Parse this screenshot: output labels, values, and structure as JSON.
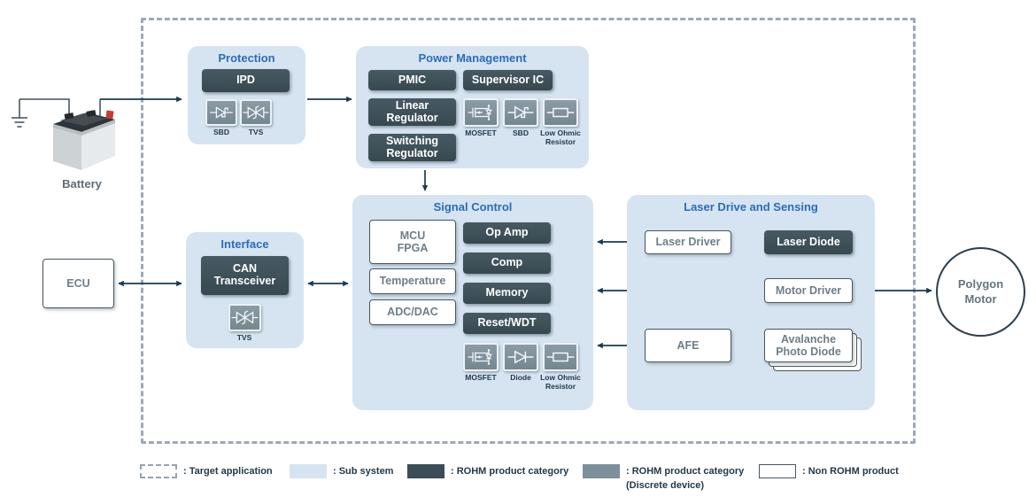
{
  "colors": {
    "subsystem_fill": "#d6e4f2",
    "rohm_product_dark": "#3b4e58",
    "rohm_discrete_gray": "#7d8f9b",
    "title_blue": "#2d6cb5",
    "arrow_navy": "#1c3a50",
    "dashed_border_gray": "#a0a8b8"
  },
  "icons": {
    "mosfet": "mosfet-icon",
    "sbd": "sbd-diode-icon",
    "tvs": "tvs-diode-icon",
    "diode": "diode-icon",
    "low_ohmic_resistor": "resistor-icon",
    "ground": "ground-icon",
    "battery": "battery-icon"
  },
  "external": {
    "battery_label": "Battery",
    "ecu_label": "ECU",
    "polygon_motor_label": "Polygon\nMotor"
  },
  "blocks": {
    "protection": {
      "title": "Protection",
      "ipd": "IPD",
      "sbd_label": "SBD",
      "tvs_label": "TVS"
    },
    "power_management": {
      "title": "Power Management",
      "pmic": "PMIC",
      "supervisor_ic": "Supervisor IC",
      "linear_regulator": "Linear Regulator",
      "switching_regulator": "Switching Regulator",
      "mosfet_label": "MOSFET",
      "sbd_label": "SBD",
      "low_ohmic_label": "Low Ohmic Resistor"
    },
    "interface": {
      "title": "Interface",
      "can_transceiver": "CAN Transceiver",
      "tvs_label": "TVS"
    },
    "signal_control": {
      "title": "Signal Control",
      "mcu_fpga": "MCU\nFPGA",
      "temperature": "Temperature",
      "adc_dac": "ADC/DAC",
      "op_amp": "Op Amp",
      "comp": "Comp",
      "memory": "Memory",
      "reset_wdt": "Reset/WDT",
      "mosfet_label": "MOSFET",
      "diode_label": "Diode",
      "low_ohmic_label": "Low Ohmic Resistor"
    },
    "laser_drive": {
      "title": "Laser Drive and Sensing",
      "laser_driver": "Laser Driver",
      "laser_diode": "Laser Diode",
      "motor_driver": "Motor Driver",
      "afe": "AFE",
      "avalanche_photo_diode": "Avalanche Photo Diode"
    }
  },
  "legend": {
    "target_application": ": Target application",
    "sub_system": ": Sub system",
    "rohm_product": ": ROHM product category",
    "rohm_discrete": ": ROHM product category\n(Discrete device)",
    "non_rohm": ": Non ROHM product"
  }
}
